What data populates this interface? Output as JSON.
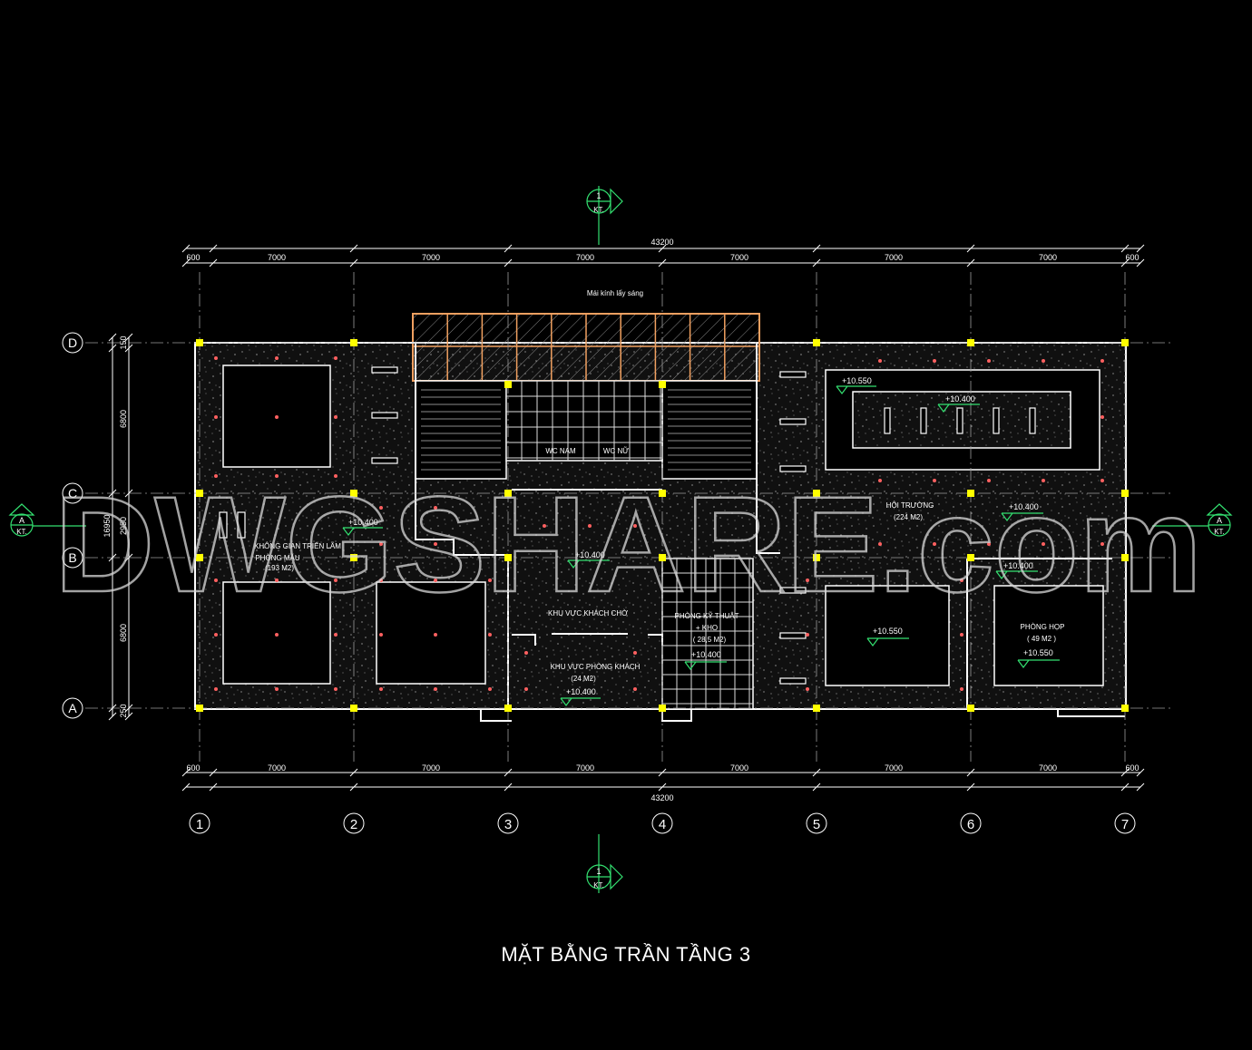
{
  "title": "MẶT BẰNG TRẦN TẦNG 3",
  "watermark": "DWGSHARE.com",
  "skylight_label": "Mái kính lấy sáng",
  "dimensions": {
    "overall": "43200",
    "segments": [
      "600",
      "7000",
      "7000",
      "7000",
      "7000",
      "7000",
      "7000",
      "600"
    ],
    "vertical_total": "16950",
    "vertical_segments": [
      "150",
      "6800",
      "2950",
      "6800",
      "250"
    ]
  },
  "grid": {
    "columns": [
      "1",
      "2",
      "3",
      "4",
      "5",
      "6",
      "7"
    ],
    "rows": [
      "D",
      "C",
      "B",
      "A"
    ]
  },
  "section_marks": {
    "one": {
      "number": "1",
      "sheet": "KT."
    },
    "a": {
      "number": "A",
      "sheet": "KT."
    }
  },
  "rooms": {
    "wc_male": "WC NAM",
    "wc_female": "WC NỮ",
    "exhibition": [
      "KHÔNG GIAN TRIỂN LÃM",
      "PHÒNG MẪU",
      "(193 M2)"
    ],
    "waiting": "KHU VỰC KHÁCH CHỜ",
    "lounge": [
      "KHU VỰC PHÒNG KHÁCH",
      "(24 M2)"
    ],
    "technical": [
      "PHÒNG KỸ THUẬT",
      "+ KHO",
      "( 28,5 M2)"
    ],
    "hall": [
      "HỘI TRƯỜNG",
      "(224 M2)"
    ],
    "meeting": [
      "PHÒNG HỌP",
      "( 49 M2 )"
    ]
  },
  "levels": {
    "l10400": "+10.400",
    "l10550": "+10.550"
  },
  "colors": {
    "background": "#000000",
    "line": "#ffffff",
    "grid_line": "#9a9a9a",
    "column": "#ffff00",
    "skylight": "#f0a060",
    "level_marker": "#33e070",
    "light_dot": "#ff6060"
  }
}
